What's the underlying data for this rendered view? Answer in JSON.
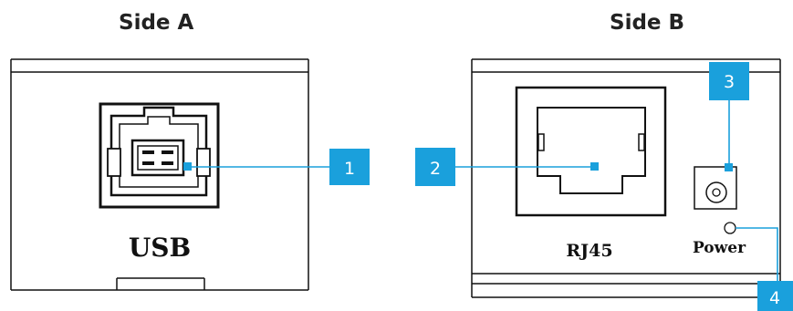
{
  "sides": {
    "a_title": "Side A",
    "b_title": "Side B"
  },
  "ports": {
    "usb_label": "USB",
    "rj45_label": "RJ45",
    "power_label": "Power"
  },
  "callouts": {
    "c1": "1",
    "c2": "2",
    "c3": "3",
    "c4": "4"
  },
  "colors": {
    "accent": "#1aa0dc",
    "outline": "#111111"
  }
}
